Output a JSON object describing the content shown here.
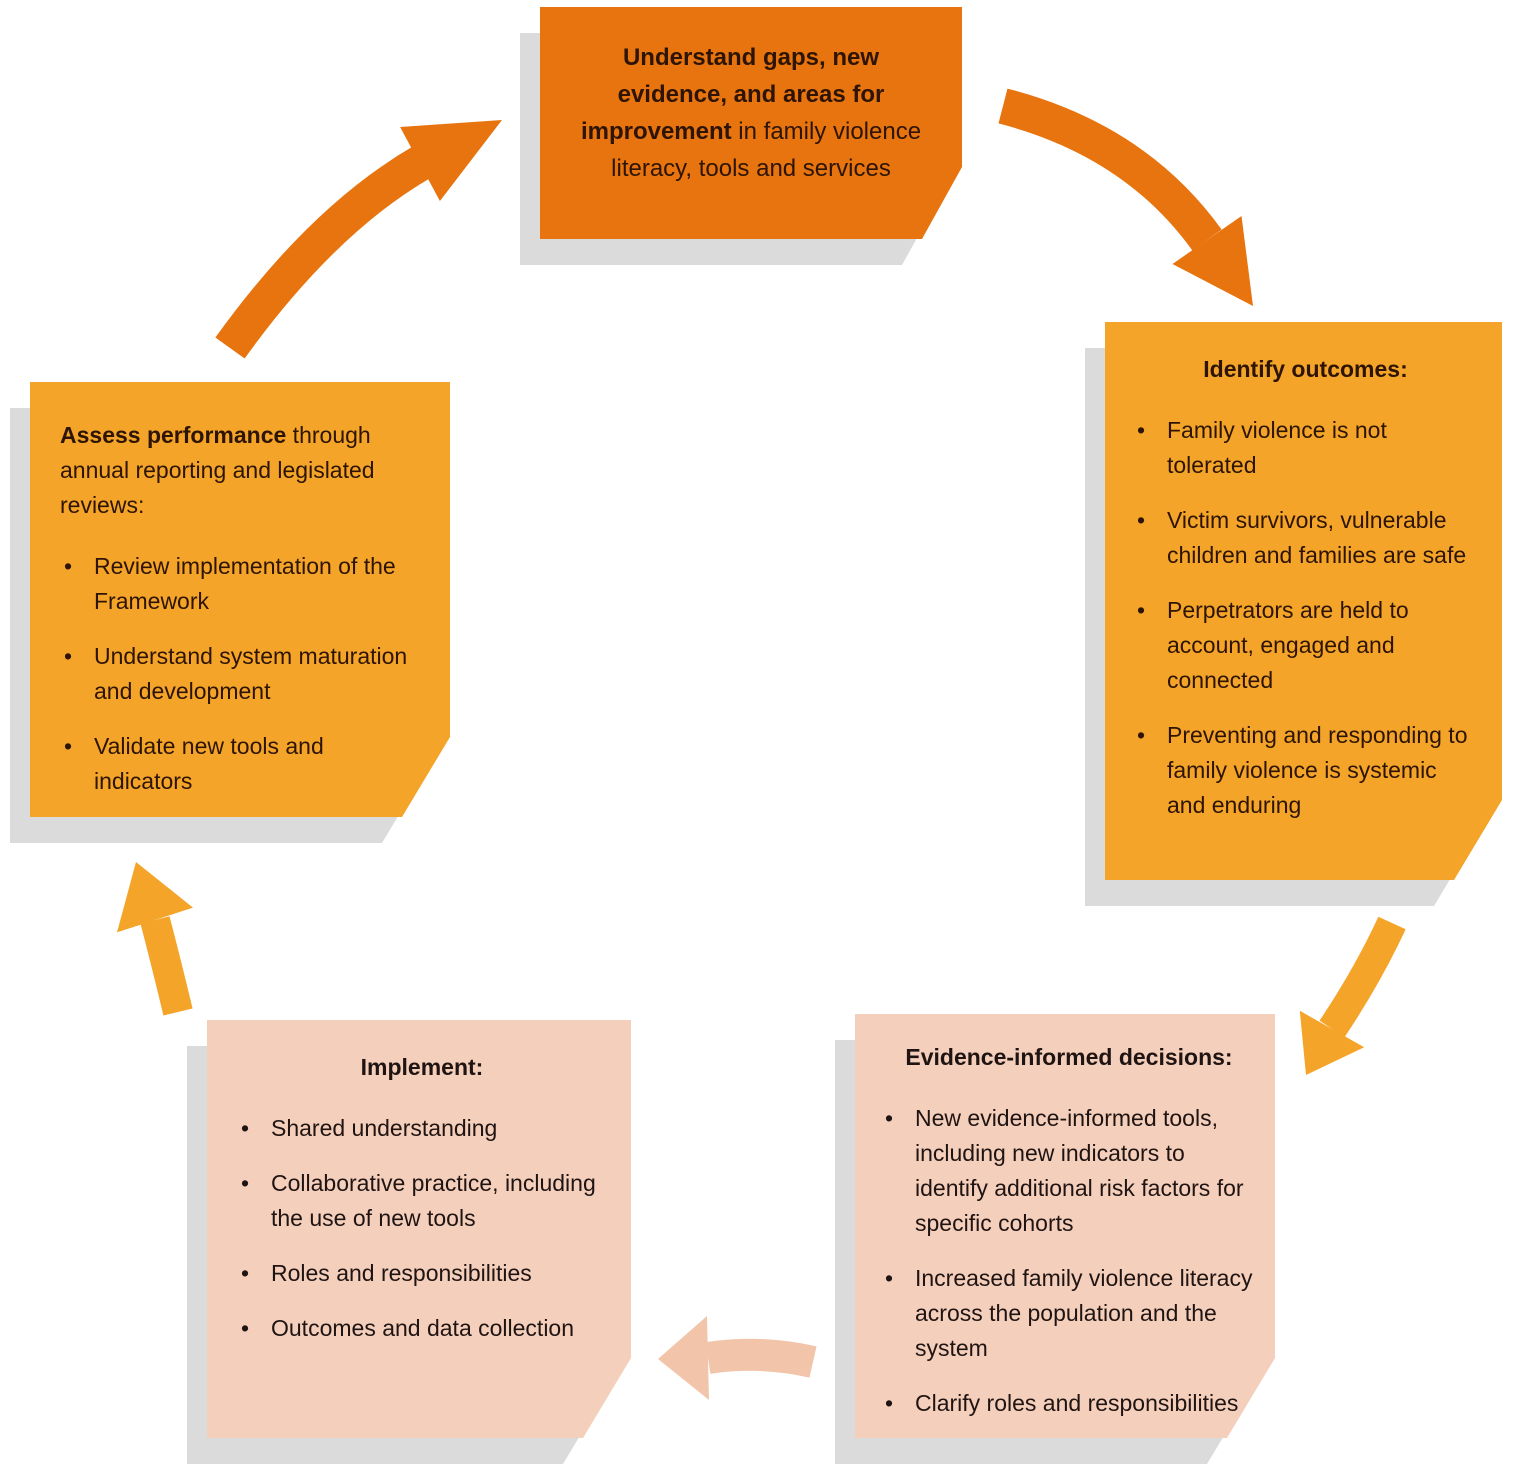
{
  "colors": {
    "dark_orange": "#E7740E",
    "orange": "#F4A428",
    "pink_box": "#F3CFBC",
    "pink_arrow": "#F2C5AB",
    "shadow": "#DBDBDB",
    "text_on_orange": "#2D1404",
    "text_on_pink": "#201412"
  },
  "boxes": {
    "understand": {
      "bold": "Understand gaps, new evidence, and areas for improvement",
      "rest": " in family violence literacy, tools and services"
    },
    "identify": {
      "title": "Identify outcomes:",
      "bullets": [
        "Family violence is not tolerated",
        "Victim survivors, vulnerable children and families are safe",
        "Perpetrators are held to account, engaged and connected",
        "Preventing and responding to family violence is systemic and enduring"
      ]
    },
    "evidence": {
      "title": "Evidence-informed decisions:",
      "bullets": [
        "New evidence-informed tools, including new indicators to identify additional risk factors for specific cohorts",
        "Increased family violence literacy across the population and the system",
        "Clarify roles and responsibilities"
      ]
    },
    "implement": {
      "title": "Implement:",
      "bullets": [
        "Shared understanding",
        "Collaborative practice, including the use of new tools",
        "Roles and responsibilities",
        "Outcomes and data collection"
      ]
    },
    "assess": {
      "bold": "Assess performance",
      "rest": " through annual reporting and legislated reviews:",
      "bullets": [
        "Review implementation of the Framework",
        "Understand system maturation and development",
        "Validate new tools and indicators"
      ]
    }
  },
  "cycle": {
    "arrows": [
      {
        "from": "understand",
        "to": "identify"
      },
      {
        "from": "identify",
        "to": "evidence"
      },
      {
        "from": "evidence",
        "to": "implement"
      },
      {
        "from": "implement",
        "to": "assess"
      },
      {
        "from": "assess",
        "to": "understand"
      }
    ]
  }
}
